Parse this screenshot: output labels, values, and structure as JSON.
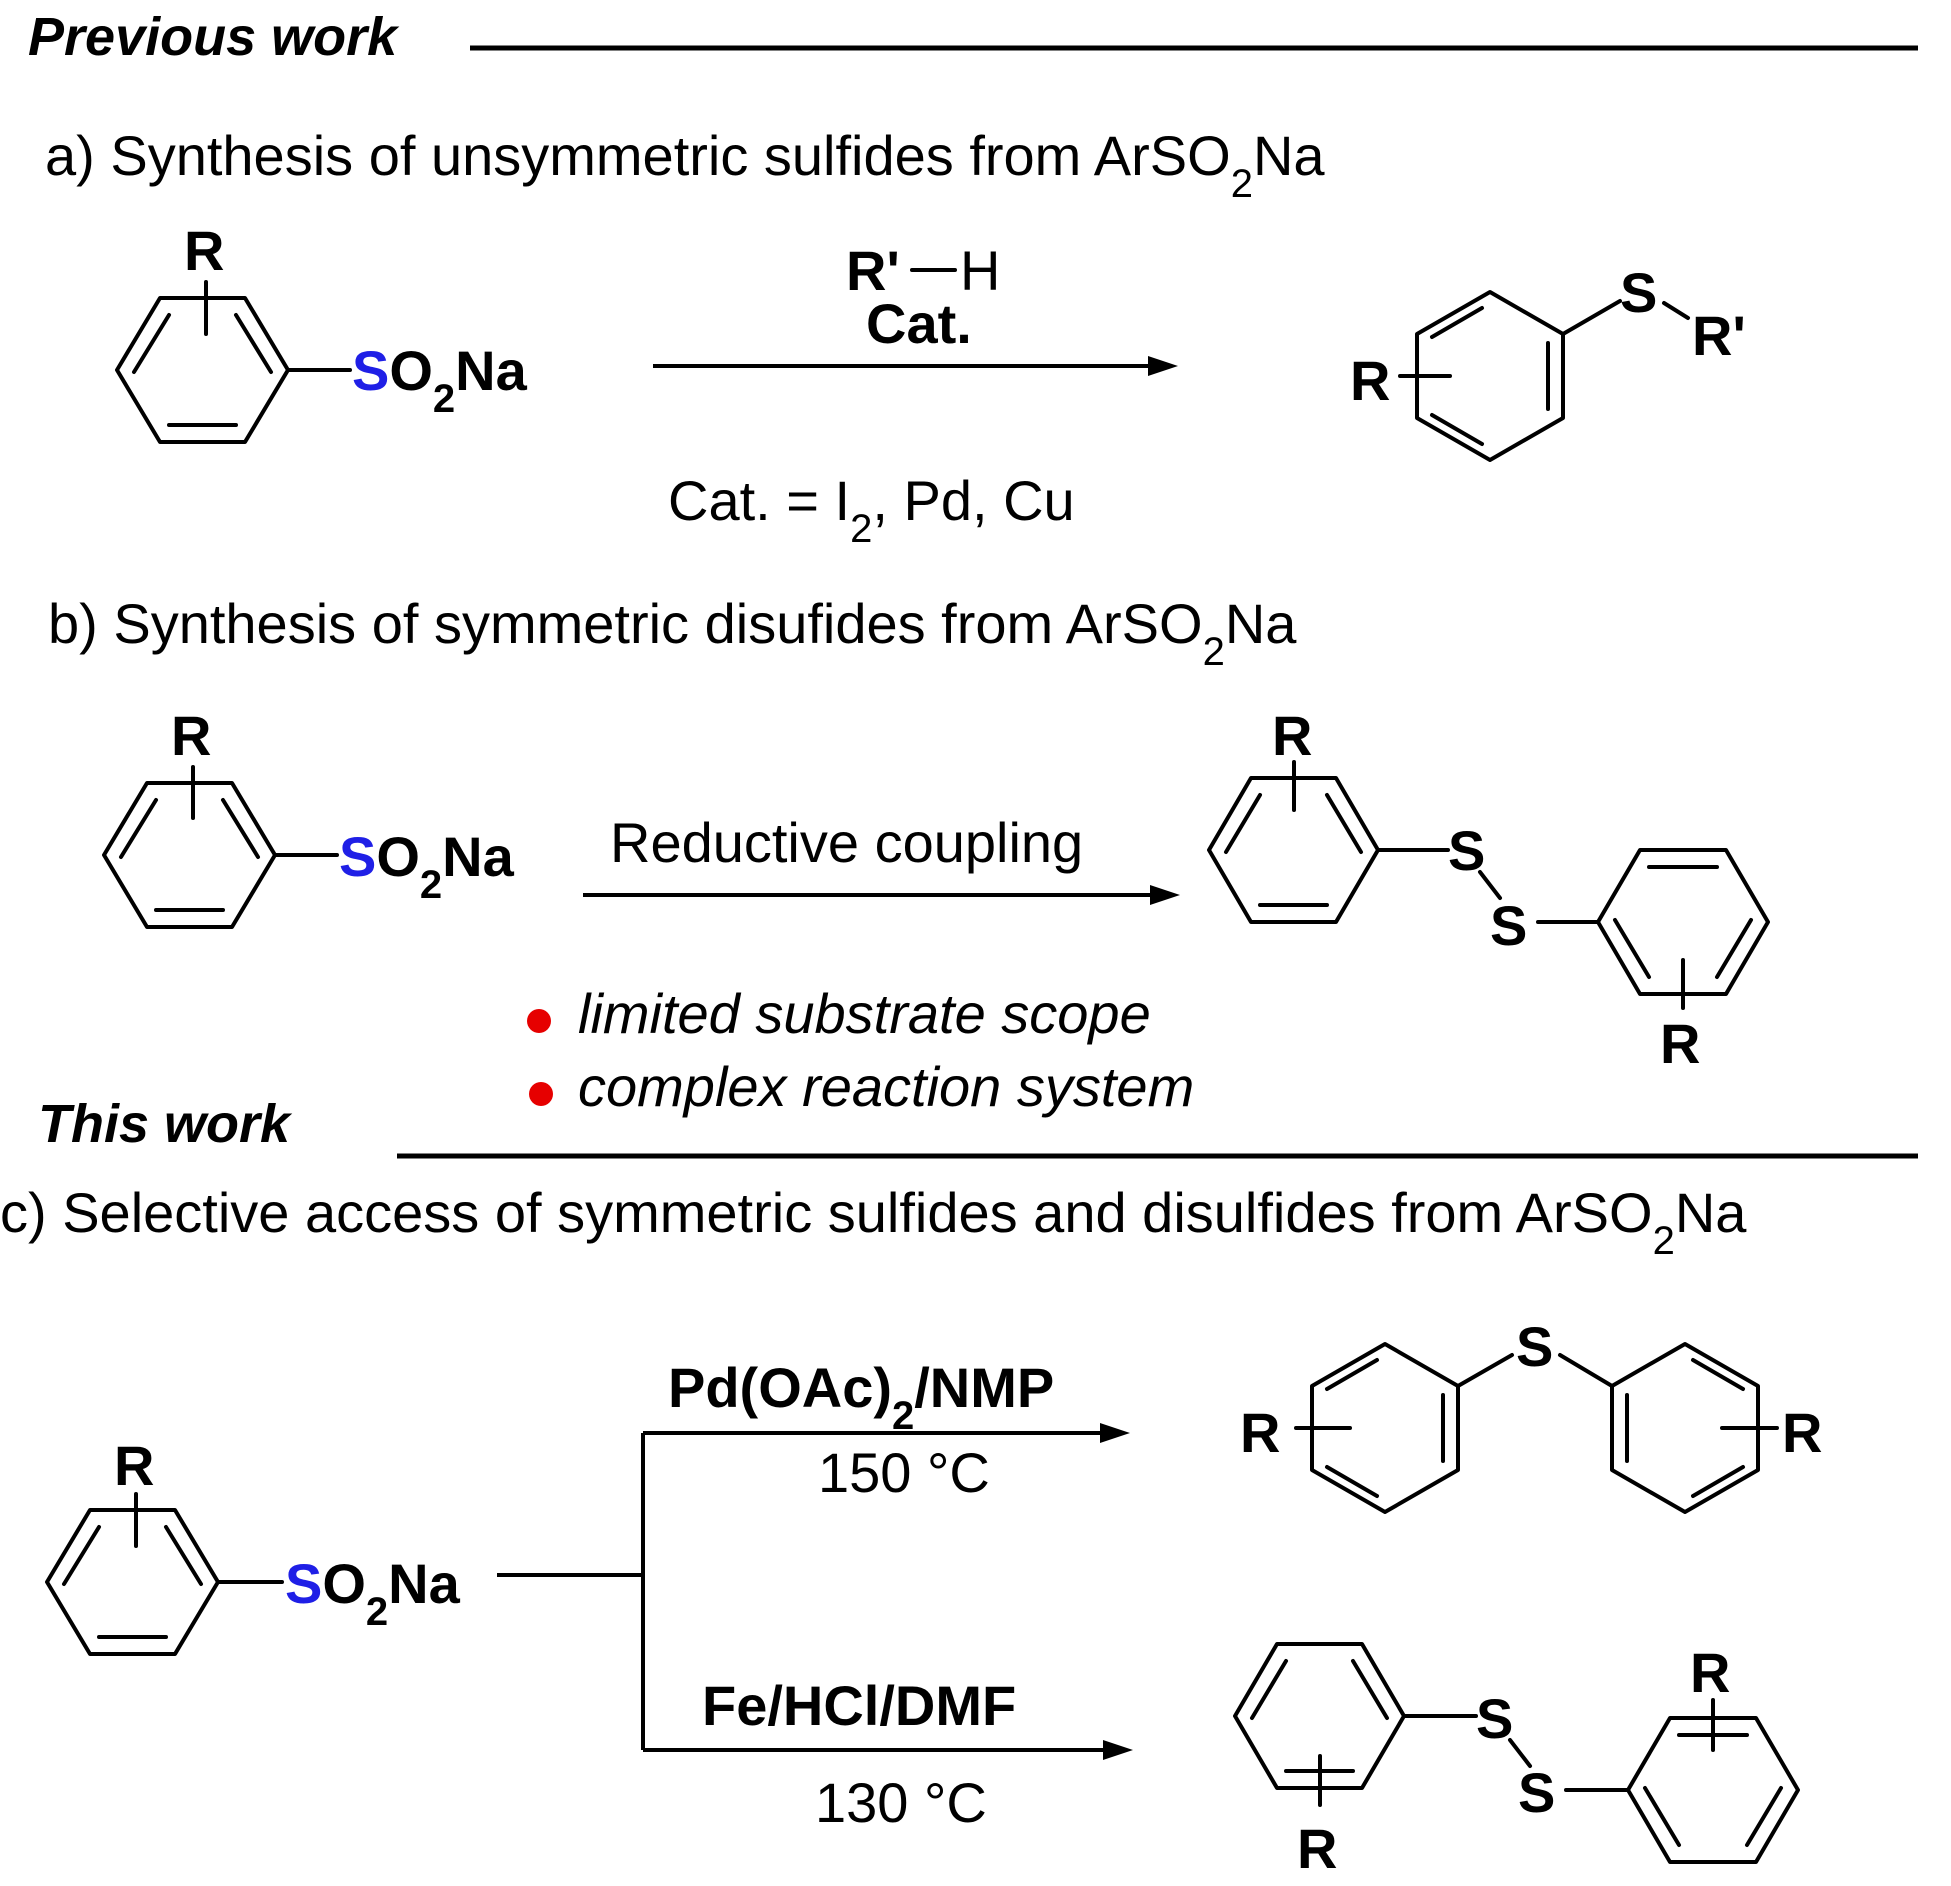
{
  "colors": {
    "sulfur": "#1f1fe6",
    "rgroup": "#e60000",
    "text": "#000000",
    "bullet": "#e60000"
  },
  "headers": {
    "previous": "Previous work",
    "this": "This work"
  },
  "sections": {
    "a": {
      "title_pre": "a) Synthesis of unsymmetric sulfides from ArSO",
      "title_sub": "2",
      "title_post": "Na"
    },
    "b": {
      "title_pre": "b) Synthesis of symmetric disufides from ArSO",
      "title_sub": "2",
      "title_post": "Na"
    },
    "c": {
      "title_pre": "c) Selective access of symmetric sulfides and disulfides from ArSO",
      "title_sub": "2",
      "title_post": "Na"
    }
  },
  "atoms": {
    "R": "R",
    "Rprime": "R'",
    "H": "H",
    "S": "S",
    "O": "O",
    "two": "2",
    "Na": "Na"
  },
  "reaction_a": {
    "reagent_cat": "Cat.",
    "cat_def_pre": "Cat. = I",
    "cat_def_sub": "2",
    "cat_def_post": ", Pd, Cu"
  },
  "reaction_b": {
    "condition": "Reductive coupling",
    "drawbacks": [
      "limited substrate scope",
      "complex reaction system"
    ]
  },
  "reaction_c": {
    "top_reagent_pre": "Pd(OAc)",
    "top_reagent_sub": "2",
    "top_reagent_post": "/NMP",
    "top_temp": "150 °C",
    "bottom_reagent": "Fe/HCl/DMF",
    "bottom_temp": "130 °C"
  }
}
